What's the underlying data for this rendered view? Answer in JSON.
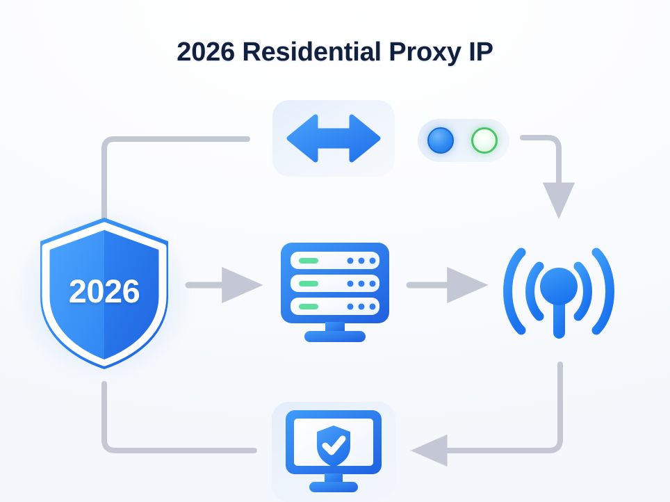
{
  "page": {
    "title": "2026 Residential Proxy IP",
    "background_top": "#ffffff",
    "background_bottom": "#f4f7fb",
    "title_color": "#12203f"
  },
  "colors": {
    "brand_blue_light": "#3d9bf7",
    "brand_blue": "#2f7ff0",
    "brand_blue_deep": "#1f63e0",
    "accent_green": "#4bc368",
    "status_green_bar": "#5ddfa0",
    "connector_gray": "#c3c8d4",
    "card_tint": "#e0ecfb",
    "white": "#ffffff"
  },
  "nodes": {
    "shield": {
      "name": "2026 Security Shield",
      "label": "2026",
      "icon": "shield-icon",
      "fill_start": "#3d9bf7",
      "fill_end": "#1f63e0",
      "border_color": "#ffffff",
      "glow": true
    },
    "server": {
      "name": "Proxy Server",
      "icon": "server-rack-icon",
      "rack_units": 3,
      "status_bar_color": "#5ddfa0",
      "indicator_dots_per_unit": 3,
      "indicator_dot_color": "#2f7ff0"
    },
    "antenna": {
      "name": "Residential IP Broadcast",
      "icon": "broadcast-signal-icon",
      "arcs_per_side": 2,
      "color": "#2f8bf2"
    },
    "swap": {
      "name": "Bidirectional Exchange",
      "icon": "arrows-left-right-icon",
      "card_tint": "#e0ecfb",
      "color": "#2f87f3"
    },
    "status_pill": {
      "name": "Connection Status Toggle",
      "icon": "status-toggle-icon",
      "left_dot": {
        "name": "active-indicator",
        "color": "#2f8bf2",
        "state": "active"
      },
      "right_dot": {
        "name": "online-indicator",
        "color": "#4bc368",
        "state": "online"
      }
    },
    "secure_device": {
      "name": "Protected Client Device",
      "icon": "monitor-shield-check-icon",
      "card_tint": "#e8eef8",
      "monitor_color": "#2f7ff0",
      "shield_color": "#2f7ff0",
      "check_color": "#ffffff"
    }
  },
  "connectors": [
    {
      "id": "shield-to-server",
      "from": "shield",
      "to": "server",
      "style": "straight-arrow",
      "direction": "right",
      "color": "#c3c8d4"
    },
    {
      "id": "server-to-antenna",
      "from": "server",
      "to": "antenna",
      "style": "straight-arrow",
      "direction": "right",
      "color": "#c3c8d4"
    },
    {
      "id": "shield-to-swap",
      "from": "shield",
      "to": "swap",
      "style": "elbow-up-right",
      "direction": "none",
      "color": "#c3c8d4"
    },
    {
      "id": "pill-to-antenna",
      "from": "pill",
      "to": "antenna",
      "style": "elbow-right-down",
      "direction": "down",
      "color": "#c3c8d4"
    },
    {
      "id": "antenna-to-secure",
      "from": "antenna",
      "to": "secure",
      "style": "elbow-down-left",
      "direction": "left",
      "color": "#c3c8d4"
    },
    {
      "id": "secure-to-shield",
      "from": "secure",
      "to": "shield",
      "style": "elbow-left-up",
      "direction": "none",
      "color": "#c3c8d4"
    }
  ]
}
